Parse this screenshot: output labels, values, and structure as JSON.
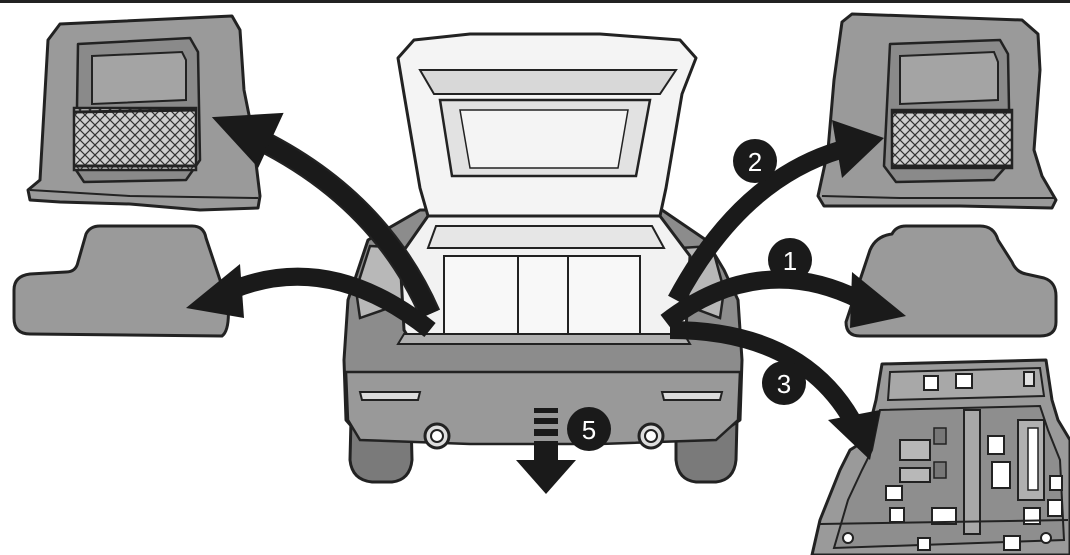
{
  "steps": [
    {
      "id": "1",
      "label": "1"
    },
    {
      "id": "2",
      "label": "2"
    },
    {
      "id": "3",
      "label": "3"
    },
    {
      "id": "5",
      "label": "5"
    }
  ],
  "colors": {
    "panel_fill": "#9a9a9a",
    "panel_dark": "#6f6f6f",
    "outline": "#222222",
    "car_fill": "#8c8c8c",
    "car_light": "#c9c9c9",
    "trunk_fill": "#f2f2f2",
    "arrow": "#1a1a1a",
    "badge": "#1a1a1a"
  },
  "icons": {
    "side_panel": "trunk-side-panel-with-net",
    "floor_mat": "trunk-floor-mat",
    "floor_tray": "trunk-floor-tray",
    "vehicle": "hatchback-rear-view",
    "down_arrow": "lower-arrow"
  }
}
